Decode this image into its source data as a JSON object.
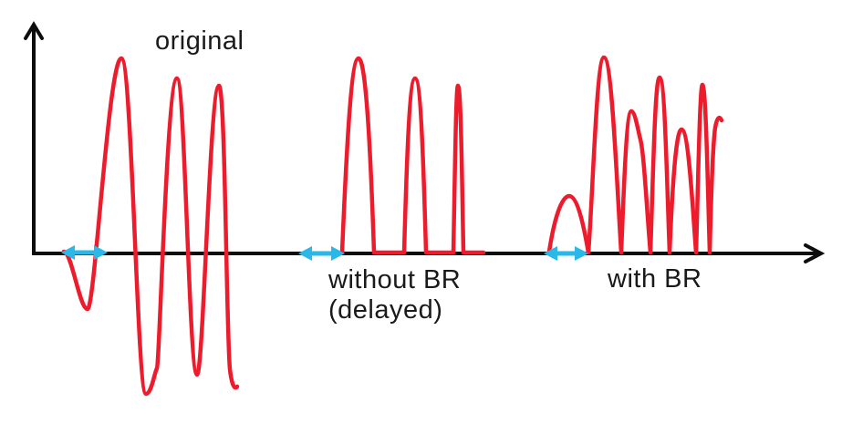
{
  "figure": {
    "title": "waveform comparison diagram",
    "labels": {
      "original": "original",
      "without_br_line1": "without BR",
      "without_br_line2": "(delayed)",
      "with_br": "with BR"
    },
    "colors": {
      "waveform": "#ed1c2d",
      "delay_arrow": "#29b8e8",
      "axis": "#0d0d0d",
      "label_text": "#1a1a1a"
    },
    "waveforms": [
      {
        "id": "original",
        "label": "original",
        "shape": "three positive peaks with deep negative troughs, starts with a shallow dip below the axis"
      },
      {
        "id": "without-br",
        "label": "without BR (delayed)",
        "shape": "three positive-only peaks resting on the axis, delayed to the right"
      },
      {
        "id": "with-br",
        "label": "with BR",
        "shape": "small leading hump followed by five compressed positive peaks and a rising tail"
      }
    ],
    "delay_markers": [
      {
        "id": "delay-1",
        "position": "left of original waveform"
      },
      {
        "id": "delay-2",
        "position": "left of without-BR waveform"
      },
      {
        "id": "delay-3",
        "position": "left of with-BR waveform"
      }
    ]
  }
}
